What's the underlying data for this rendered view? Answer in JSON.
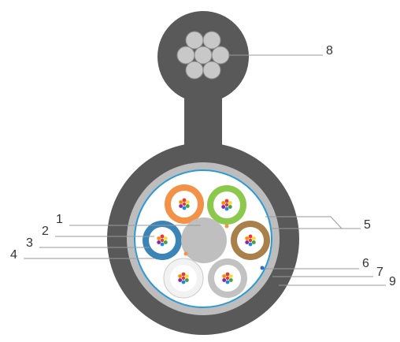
{
  "diagram": {
    "callouts": [
      {
        "id": "1",
        "label": "1"
      },
      {
        "id": "2",
        "label": "2"
      },
      {
        "id": "3",
        "label": "3"
      },
      {
        "id": "4",
        "label": "4"
      },
      {
        "id": "5",
        "label": "5"
      },
      {
        "id": "6",
        "label": "6"
      },
      {
        "id": "7",
        "label": "7"
      },
      {
        "id": "8",
        "label": "8"
      },
      {
        "id": "9",
        "label": "9"
      }
    ],
    "colors": {
      "sheath": "#595959",
      "messenger_wire": "#c8c8c8",
      "messenger_wire_stroke": "#8a8a8a",
      "armor_ring": "#bdbdbd",
      "water_blocking_tape": "#2b9ad6",
      "filler": "#ffffff",
      "central_strength_member": "#bfbfbf",
      "tube_orange": "#f39148",
      "tube_green": "#8cc84b",
      "tube_blue": "#3b84b8",
      "tube_brown": "#a9804a",
      "tube_white": "#f2f2f2",
      "tube_gray": "#c2c2c2",
      "ripcord": "#2b6cc4",
      "gel_dot": "#f39148",
      "fiber_colors": [
        "#e53935",
        "#fdd835",
        "#43a047",
        "#1e88e5",
        "#8e24aa",
        "#fb8c00"
      ]
    }
  }
}
